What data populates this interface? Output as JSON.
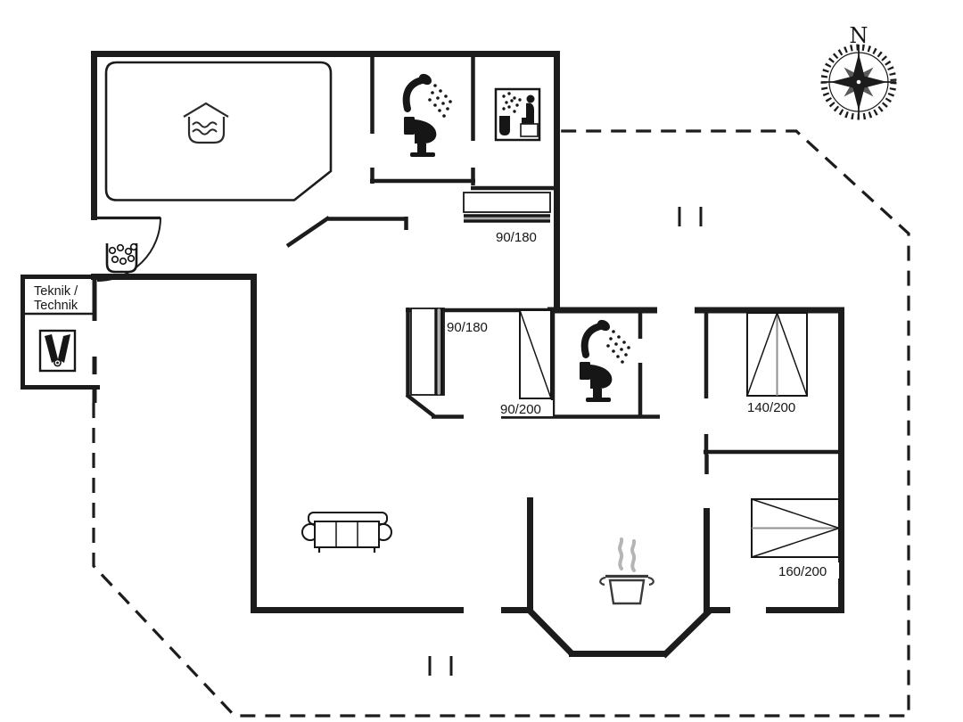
{
  "meta": {
    "drawing_type": "holiday-house floor plan",
    "background_color": "#ffffff",
    "line_color": "#1c1c1c",
    "steam_color": "#b5b5b5",
    "band_gray": "#8f8f8f"
  },
  "compass": {
    "north_label": "N"
  },
  "rooms": {
    "technical": {
      "label_line1": "Teknik /",
      "label_line2": "Technik"
    }
  },
  "furniture": {
    "bunk_bed_hall": {
      "type": "bunk-bed",
      "size_label": "90/180"
    },
    "bunk_bed_room": {
      "type": "bunk-bed",
      "size_label": "90/180"
    },
    "single_bed": {
      "type": "single-bed",
      "size_label": "90/200"
    },
    "double_bed_140": {
      "type": "double-bed",
      "size_label": "140/200"
    },
    "double_bed_160": {
      "type": "double-bed",
      "size_label": "160/200"
    }
  },
  "icons": [
    "indoor-pool-icon",
    "whirlpool-bubbles-icon",
    "washbasin-icon",
    "shower-icon",
    "toilet-icon",
    "sauna-icon",
    "sofa-icon",
    "cooking-pot-icon",
    "compass-rose-icon",
    "north-label",
    "terrace-boundary-dashed",
    "door-swing-arc",
    "terrace-step-ticks"
  ]
}
